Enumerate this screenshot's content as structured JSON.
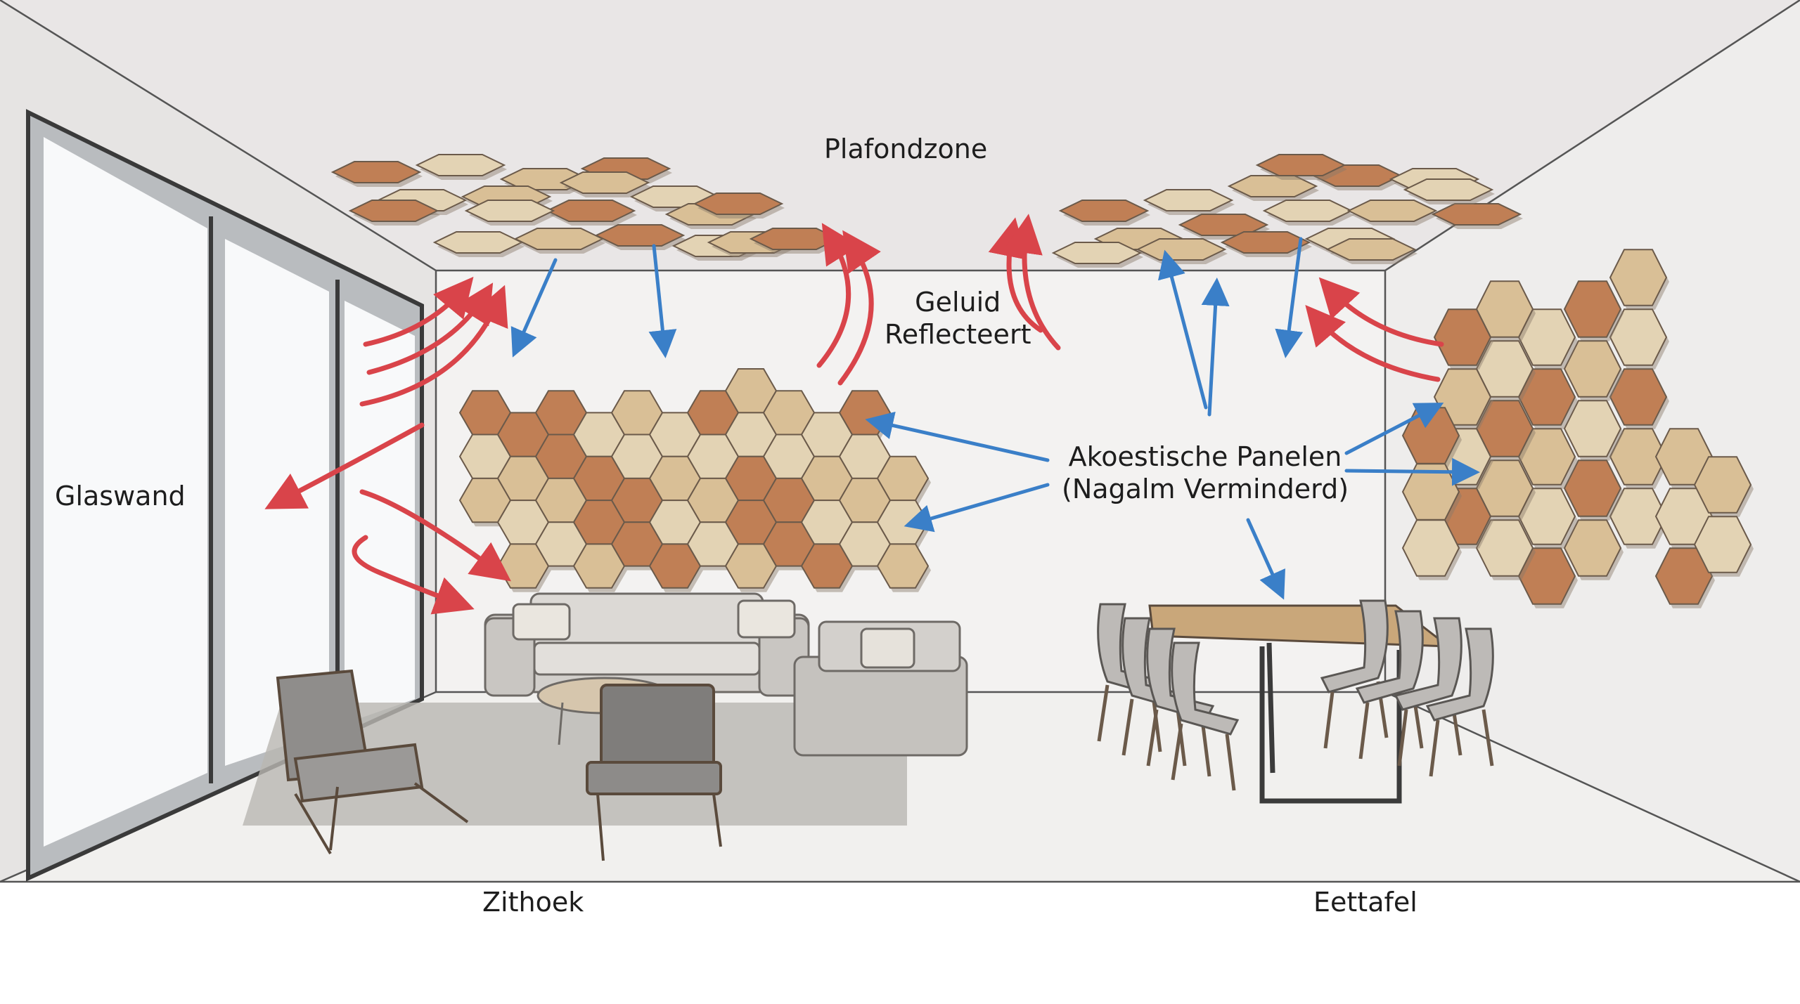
{
  "labels": {
    "ceiling_zone": "Plafondzone",
    "sound_line1": "Geluid",
    "sound_line2": "Reflecteert",
    "glass_wall": "Glaswand",
    "panels_line1": "Akoestische Panelen",
    "panels_line2": "(Nagalm Verminderd)",
    "seating": "Zithoek",
    "dining": "Eettafel"
  },
  "colors": {
    "reflect_arrow": "#d9444a",
    "absorb_arrow": "#3a7fc8",
    "panel_light": "#e3d3b4",
    "panel_mid": "#d9bf96",
    "panel_dark": "#c07f55",
    "wall": "#f2f1f0",
    "ceiling": "#e9e6e6",
    "floor": "#f1f0ee",
    "glass": "#f7f8f9",
    "frame": "#3a3a3a"
  }
}
